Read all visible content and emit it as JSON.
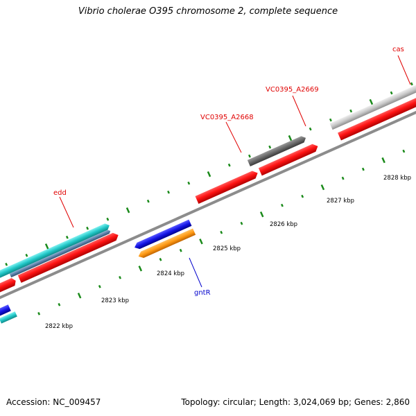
{
  "title": "Vibrio cholerae O395 chromosome 2, complete sequence",
  "footer": {
    "accession": "Accession: NC_009457",
    "summary": "Topology: circular; Length: 3,024,069 bp; Genes: 2,860"
  },
  "kbp_labels": [
    "2822 kbp",
    "2823 kbp",
    "2824 kbp",
    "2825 kbp",
    "2826 kbp",
    "2827 kbp",
    "2828 kbp"
  ],
  "gene_labels": [
    {
      "text": "edd",
      "color": "#e00000"
    },
    {
      "text": "VC0395_A2668",
      "color": "#e00000"
    },
    {
      "text": "VC0395_A2669",
      "color": "#e00000"
    },
    {
      "text": "cas",
      "color": "#e00000"
    },
    {
      "text": "gntR",
      "color": "#0000cc"
    }
  ],
  "colors": {
    "backbone": "#8c8c8c",
    "tick": "#1a8a1a",
    "red_feature": "#ff1a1a",
    "cyan_feature": "#22c8c8",
    "blue_feature": "#1414e6",
    "orange_feature": "#ff9a14",
    "dark_gray_feature": "#6a6a6a",
    "light_gray_feature": "#c8c8c8",
    "steel_feature": "#5a7fa8"
  }
}
